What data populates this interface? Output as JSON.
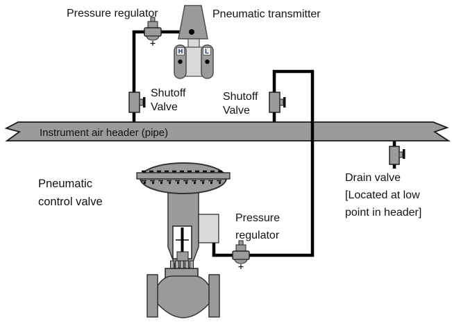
{
  "colors": {
    "equipment_gray": "#9b9b9b",
    "pipe_gray": "#9b9b9b",
    "panel_light_gray": "#d9d9d9",
    "line_black": "#000000",
    "text_black": "#111111",
    "port_label_navy": "#1b2a55"
  },
  "labels": {
    "pressure_regulator_top": "Pressure regulator",
    "pneumatic_transmitter": "Pneumatic transmitter",
    "shutoff_valve_left": [
      "Shutoff",
      "Valve"
    ],
    "shutoff_valve_right": [
      "Shutoff",
      "Valve"
    ],
    "air_header": "Instrument air header (pipe)",
    "pneumatic_control_valve": [
      "Pneumatic",
      "control valve"
    ],
    "pressure_regulator_bottom": [
      "Pressure",
      "regulator"
    ],
    "drain_valve": [
      "Drain valve",
      "[Located at low",
      "point in header]"
    ]
  },
  "transmitter_ports": {
    "high": "H",
    "low": "L"
  }
}
